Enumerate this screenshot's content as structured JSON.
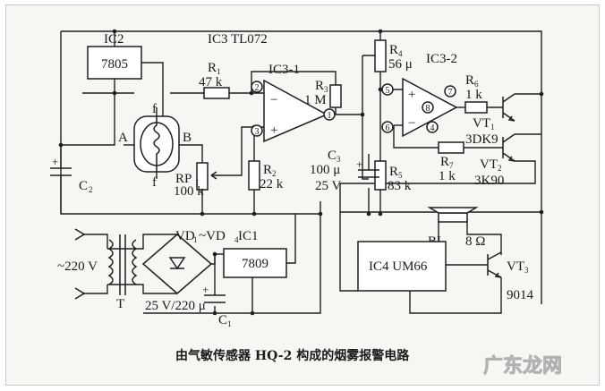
{
  "labels": {
    "ic2": "IC2",
    "ic2_part": "7805",
    "ic3": "IC3  TL072",
    "ic3_1": "IC3-1",
    "ic3_2": "IC3-2",
    "ic1_name": "VD",
    "ic1_sub1": "1",
    "ic1_mid": "~VD",
    "ic1_sub4": "4",
    "ic1_suffix": " IC1",
    "ic1_part": "7809",
    "ic4": "IC4  UM66",
    "r1": "R",
    "r1_sub": "1",
    "r1_val": "47 k",
    "r2": "R",
    "r2_sub": "2",
    "r2_val": "22 k",
    "r3": "R",
    "r3_sub": "3",
    "r3_val": "1 M",
    "r4": "R",
    "r4_sub": "4",
    "r4_val": "56 μ",
    "r5": "R",
    "r5_sub": "5",
    "r5_val": "83 k",
    "r6": "R",
    "r6_sub": "6",
    "r6_val": "1 k",
    "r7": "R",
    "r7_sub": "7",
    "r7_val": "1 k",
    "rp1": "RP",
    "rp1_sub": "1",
    "rp1_val": "100 k",
    "c1": "C",
    "c1_sub": "1",
    "c1_val": "25 V/220 μ",
    "c2": "C",
    "c2_sub": "2",
    "c3": "C",
    "c3_sub": "3",
    "c3_val1": "100 μ",
    "c3_val2": "25 V",
    "vt1": "VT",
    "vt1_sub": "1",
    "vt1_part": "3DK9",
    "vt2": "VT",
    "vt2_sub": "2",
    "vt2_part": "3K90",
    "vt3": "VT",
    "vt3_sub": "3",
    "vt3_part": "9014",
    "bl": "BL",
    "bl_val": "8 Ω",
    "mains": "~220 V",
    "transformer": "T",
    "sensor_a": "A",
    "sensor_b": "B",
    "sensor_f1": "f",
    "sensor_f2": "f",
    "pins": {
      "p1": "1",
      "p2": "2",
      "p3": "3",
      "p4": "4",
      "p5": "5",
      "p6": "6",
      "p7": "7",
      "p8": "8"
    }
  },
  "caption": "由气敏传感器 HQ-2 构成的烟雾报警电路",
  "watermark": "广东龙网"
}
